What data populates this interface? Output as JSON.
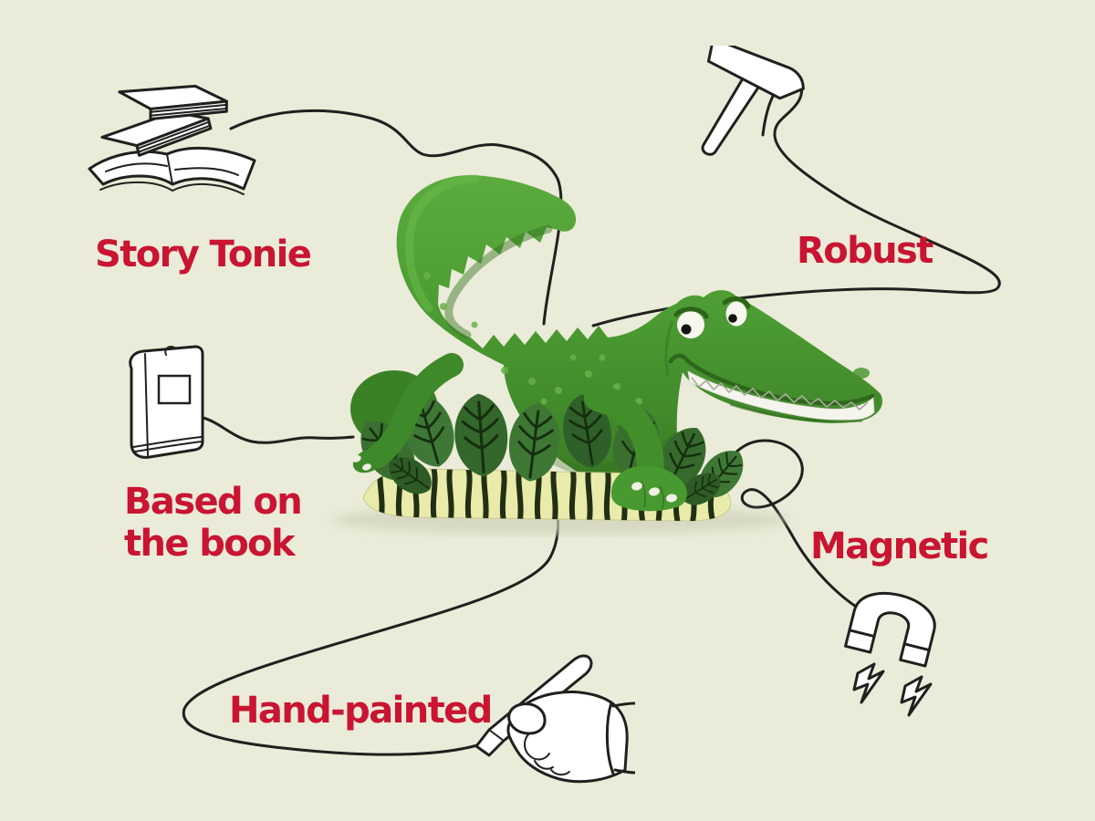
{
  "scene": {
    "background_color": "#eaebd8",
    "line_color": "#20201e",
    "label_color": "#c91432"
  },
  "figure": {
    "name": "green-crocodile-tonie-figurine",
    "body_green": "#4c9c33",
    "base_leaf_green": "#3a6f30",
    "base_stripe_yellow": "#e9ebab",
    "teeth_color": "#f5f5ed"
  },
  "features": [
    {
      "id": "story-tonie",
      "label": "Story Tonie",
      "icon": "books-stack-icon"
    },
    {
      "id": "robust",
      "label": "Robust",
      "icon": "hammer-icon"
    },
    {
      "id": "based-on-the-book",
      "label": "Based on\nthe book",
      "icon": "book-icon"
    },
    {
      "id": "magnetic",
      "label": "Magnetic",
      "icon": "magnet-icon"
    },
    {
      "id": "hand-painted",
      "label": "Hand-painted",
      "icon": "hand-paintbrush-icon"
    }
  ]
}
